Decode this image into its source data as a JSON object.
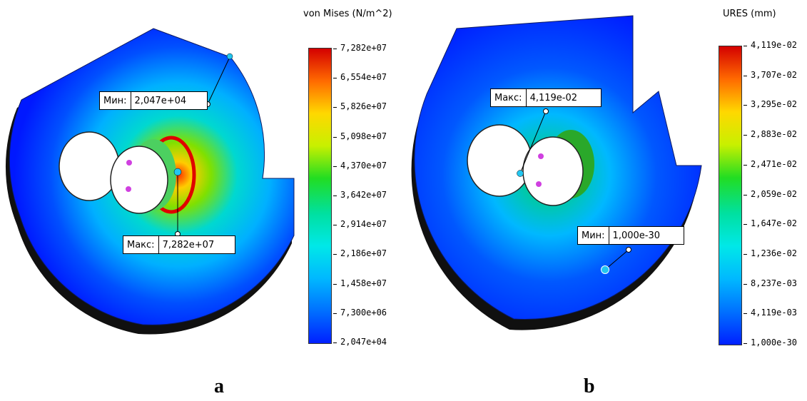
{
  "panels": {
    "a": {
      "letter": "a",
      "legend_title": "von Mises (N/m^2)",
      "ticks": [
        "7,282e+07",
        "6,554e+07",
        "5,826e+07",
        "5,098e+07",
        "4,370e+07",
        "3,642e+07",
        "2,914e+07",
        "2,186e+07",
        "1,458e+07",
        "7,300e+06",
        "2,047e+04"
      ],
      "min_label": "Мин:",
      "min_value": "2,047e+04",
      "max_label": "Макс:",
      "max_value": "7,282e+07"
    },
    "b": {
      "letter": "b",
      "legend_title": "URES (mm)",
      "ticks": [
        "4,119e-02",
        "3,707e-02",
        "3,295e-02",
        "2,883e-02",
        "2,471e-02",
        "2,059e-02",
        "1,647e-02",
        "1,236e-02",
        "8,237e-03",
        "4,119e-03",
        "1,000e-30"
      ],
      "max_label": "Макс:",
      "max_value": "4,119e-02",
      "min_label": "Мин:",
      "min_value": "1,000e-30"
    }
  },
  "colors": {
    "scale": [
      "#d40000",
      "#ff6a00",
      "#ffd800",
      "#c8f000",
      "#22dd22",
      "#00e0a0",
      "#00e8e8",
      "#00b8ff",
      "#0070ff",
      "#0020ff"
    ],
    "model_low": "#0030ff",
    "model_mid": "#00d8e8",
    "model_high": "#f4ff20",
    "max_hot": "#e00000",
    "probe_point": "#22c6f0",
    "hole_pin": "#d040e0"
  }
}
